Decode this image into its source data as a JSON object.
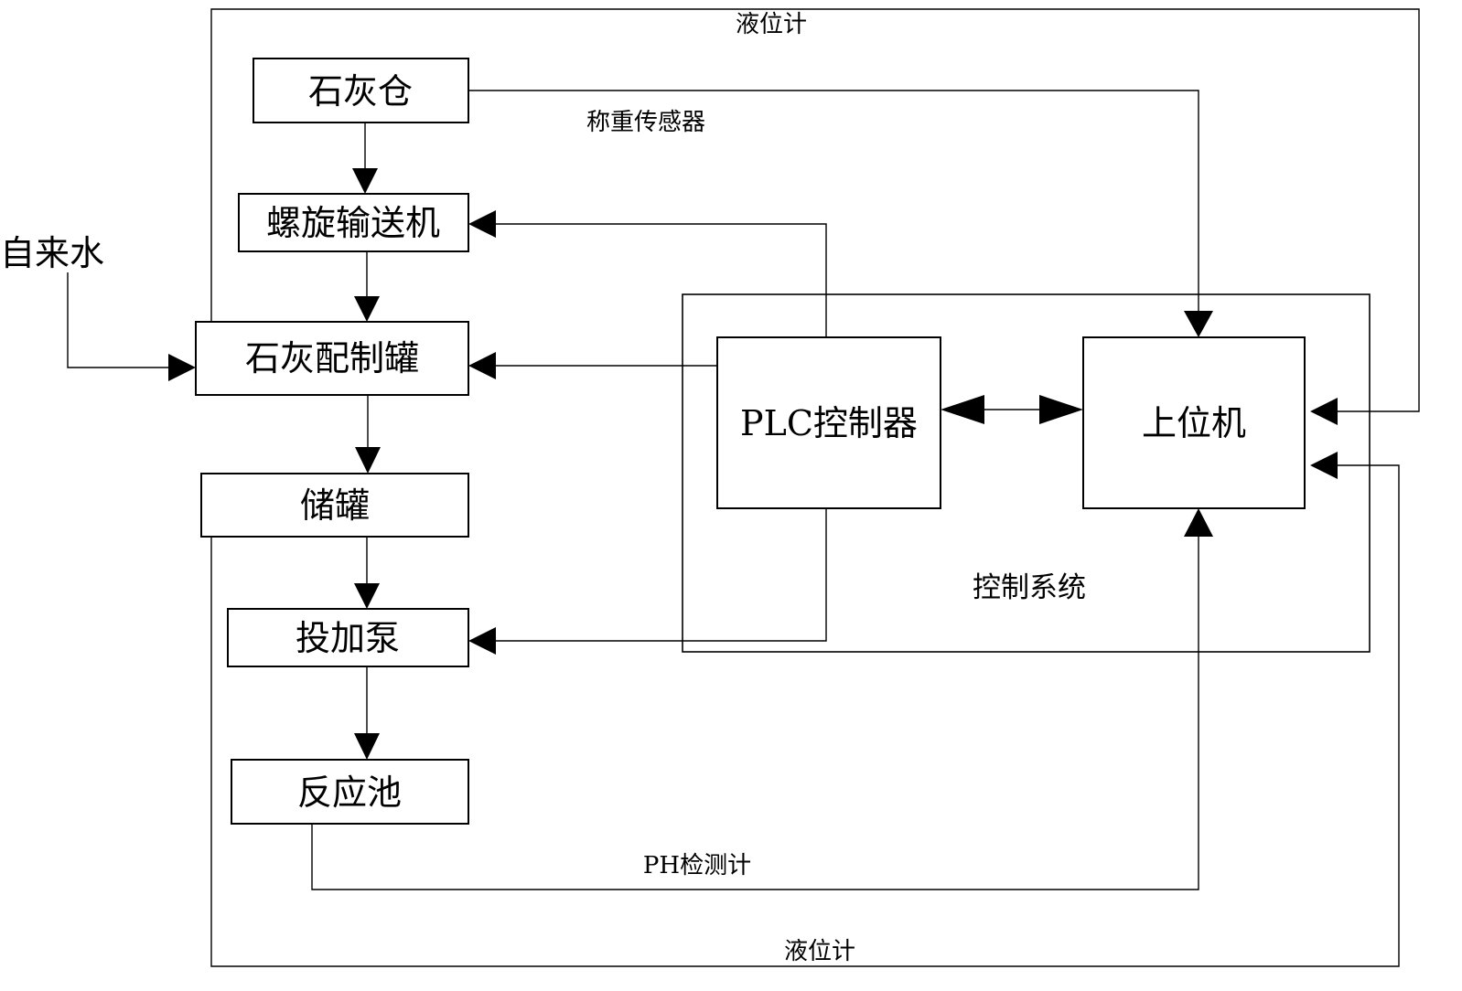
{
  "nodes": {
    "lime_bin": "石灰仓",
    "screw_conveyor": "螺旋输送机",
    "lime_prep_tank": "石灰配制罐",
    "storage_tank": "储罐",
    "dosing_pump": "投加泵",
    "reaction_tank": "反应池",
    "plc_controller": "PLC控制器",
    "host_computer": "上位机"
  },
  "labels": {
    "tap_water": "自来水",
    "level_meter_top": "液位计",
    "weighing_sensor": "称重传感器",
    "control_system": "控制系统",
    "ph_meter": "PH检测计",
    "level_meter_bottom": "液位计"
  }
}
